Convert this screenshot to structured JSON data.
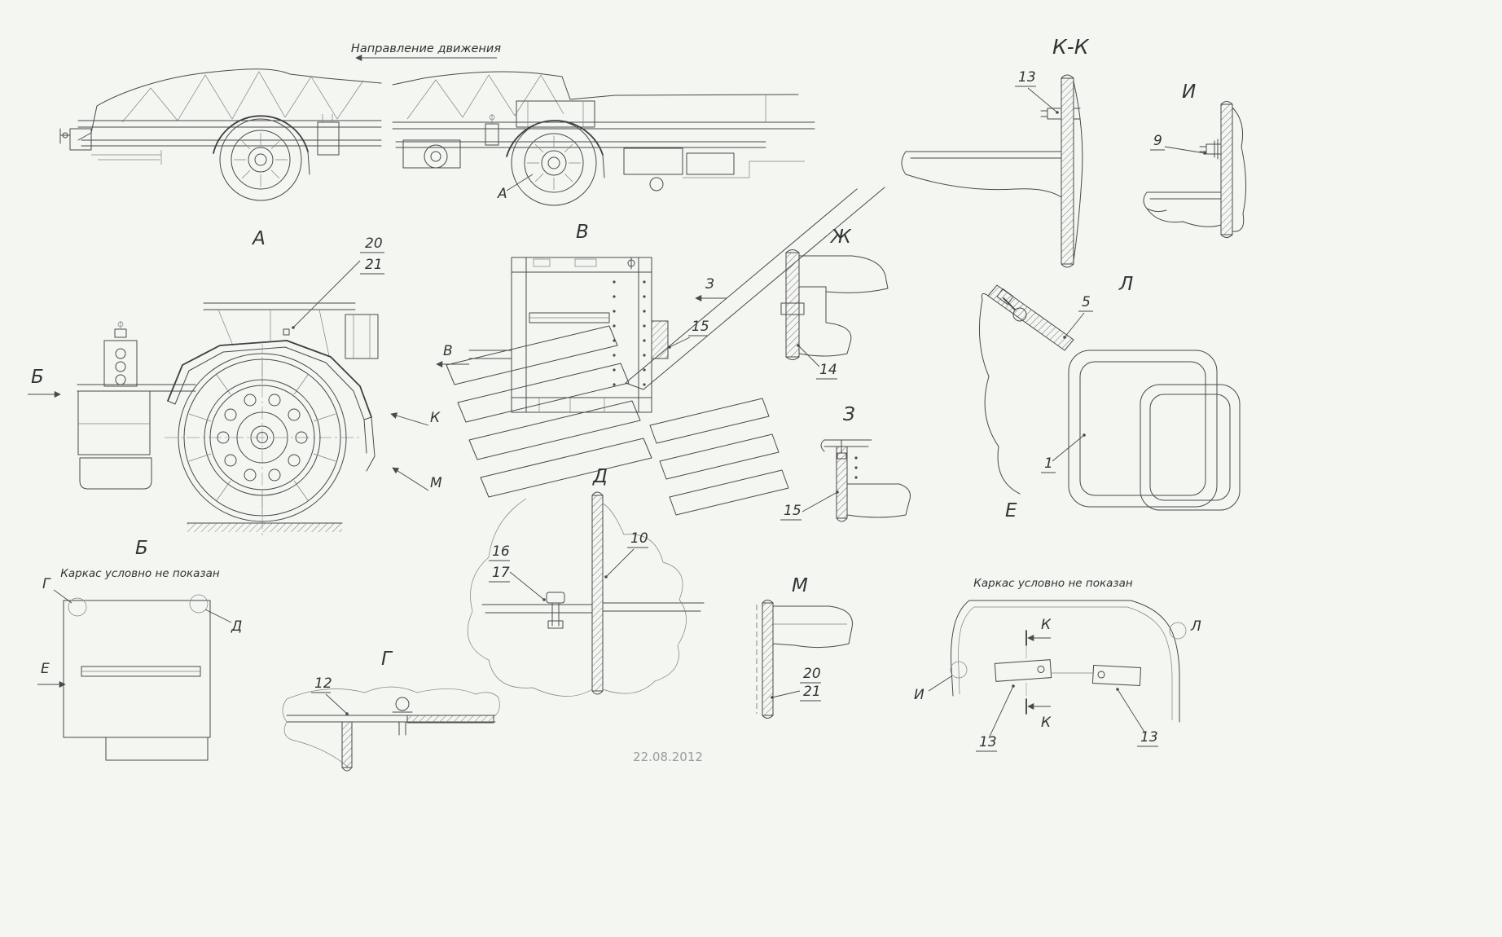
{
  "annotations": {
    "direction": "Направление движения",
    "frame_note": "Каркас условно не показан",
    "date": "22.08.2012"
  },
  "labels": {
    "A": "А",
    "B": "Б",
    "V": "В",
    "G": "Г",
    "D": "Д",
    "E": "Е",
    "Zh": "Ж",
    "Z": "З",
    "I": "И",
    "K": "К",
    "KK": "К-К",
    "L": "Л",
    "M": "М"
  },
  "callouts": {
    "n1": "1",
    "n5": "5",
    "n9": "9",
    "n10": "10",
    "n12": "12",
    "n13": "13",
    "n14": "14",
    "n15": "15",
    "n16": "16",
    "n17": "17",
    "n20": "20",
    "n21": "21"
  }
}
